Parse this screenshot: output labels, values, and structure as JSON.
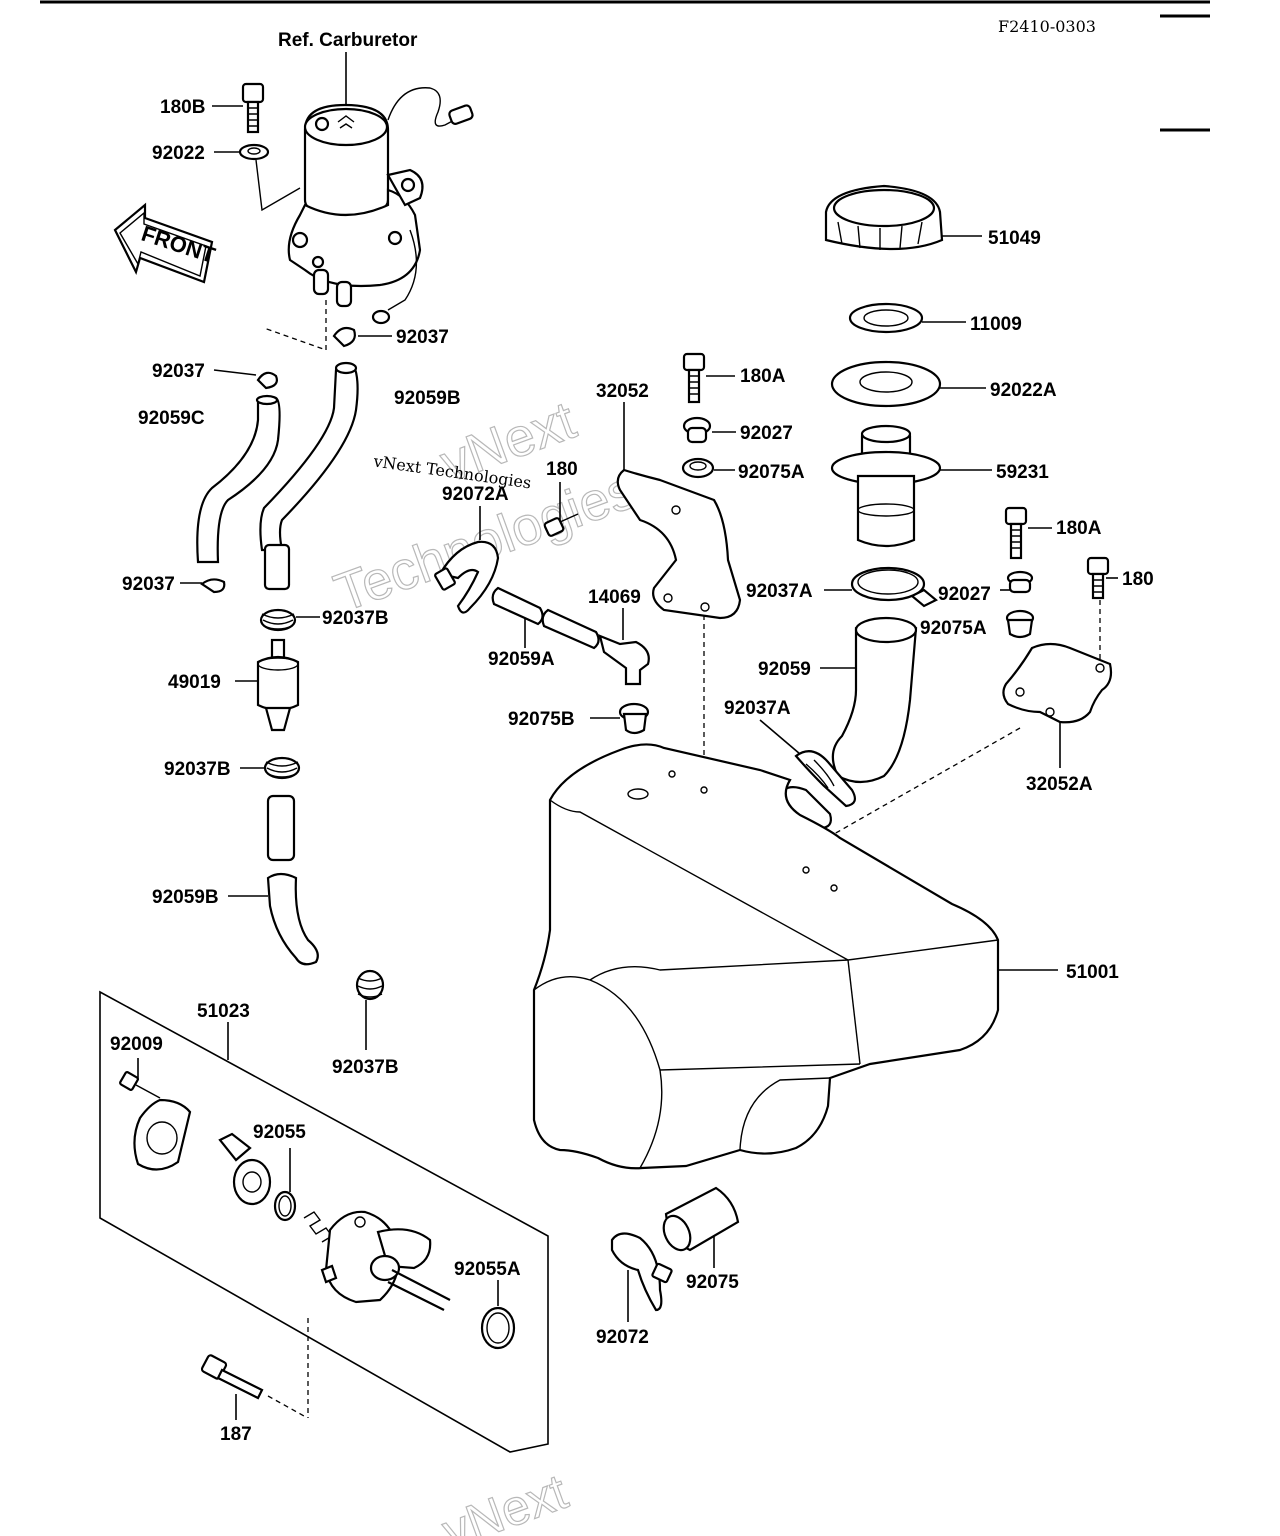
{
  "diagram": {
    "figure_code": "F2410-0303",
    "front_label": "FRONT",
    "watermark_line1": "vNext",
    "watermark_line2": "Technologies",
    "watermark_inline": "vNext Technologies",
    "watermark_bottom": "vNext",
    "callouts": {
      "ref_carburetor": "Ref. Carburetor",
      "c180B": "180B",
      "c92022": "92022",
      "c92037_top": "92037",
      "c92037_left": "92037",
      "c92059B_top": "92059B",
      "c92059C": "92059C",
      "c92037_mid": "92037",
      "c92037B_1": "92037B",
      "c49019": "49019",
      "c92037B_2": "92037B",
      "c92059B_bot": "92059B",
      "c92037B_3": "92037B",
      "c51023": "51023",
      "c92009": "92009",
      "c92055": "92055",
      "c92055A": "92055A",
      "c187": "187",
      "c32052": "32052",
      "c180A_1": "180A",
      "c92027_1": "92027",
      "c92075A_1": "92075A",
      "c180": "180",
      "c92072A": "92072A",
      "c14069": "14069",
      "c92059A": "92059A",
      "c92075B": "92075B",
      "c51049": "51049",
      "c11009": "11009",
      "c92022A": "92022A",
      "c59231": "59231",
      "c180A_2": "180A",
      "c180_2": "180",
      "c92037A_1": "92037A",
      "c92027_2": "92027",
      "c92075A_2": "92075A",
      "c92059": "92059",
      "c92037A_2": "92037A",
      "c32052A": "32052A",
      "c51001": "51001",
      "c92075": "92075",
      "c92072": "92072"
    }
  }
}
